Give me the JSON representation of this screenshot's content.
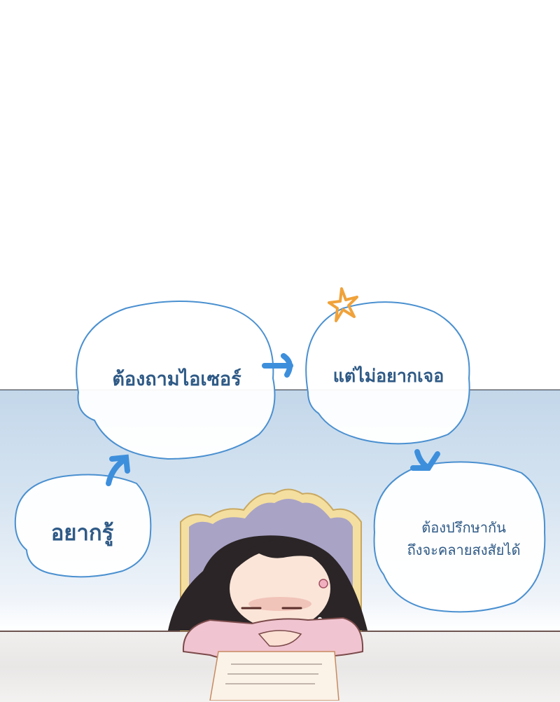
{
  "scene": {
    "description": "Webtoon panel: girl resting head on arms at a table, thought-bubble flow chart above",
    "colors": {
      "bubble_outline": "#4a90d0",
      "arrow": "#3d8fdc",
      "text": "#2f5a86",
      "star": "#f0a23a",
      "sky_top": "#c3d7ea",
      "chair_fabric": "#a9a3c6",
      "chair_frame": "#f4dfa0",
      "hair": "#2b2527",
      "sleeve": "#f0c4d0"
    }
  },
  "bubbles": [
    {
      "id": "want-to-know",
      "text": "อยากรู้"
    },
    {
      "id": "must-ask",
      "text": "ต้องถามไอเซอร์"
    },
    {
      "id": "dont-want-meet",
      "text": "แต่ไม่อยากเจอ"
    },
    {
      "id": "must-consult",
      "lines": [
        "ต้องปรึกษากัน",
        "ถึงจะคลายสงสัยได้"
      ]
    }
  ],
  "arrows": [
    {
      "from": "want-to-know",
      "to": "must-ask",
      "direction": "up-right"
    },
    {
      "from": "must-ask",
      "to": "dont-want-meet",
      "direction": "right"
    },
    {
      "from": "dont-want-meet",
      "to": "must-consult",
      "direction": "down-right"
    }
  ],
  "decorations": [
    {
      "type": "star",
      "color": "#f0a23a",
      "position": "top-left of bubble dont-want-meet"
    }
  ]
}
